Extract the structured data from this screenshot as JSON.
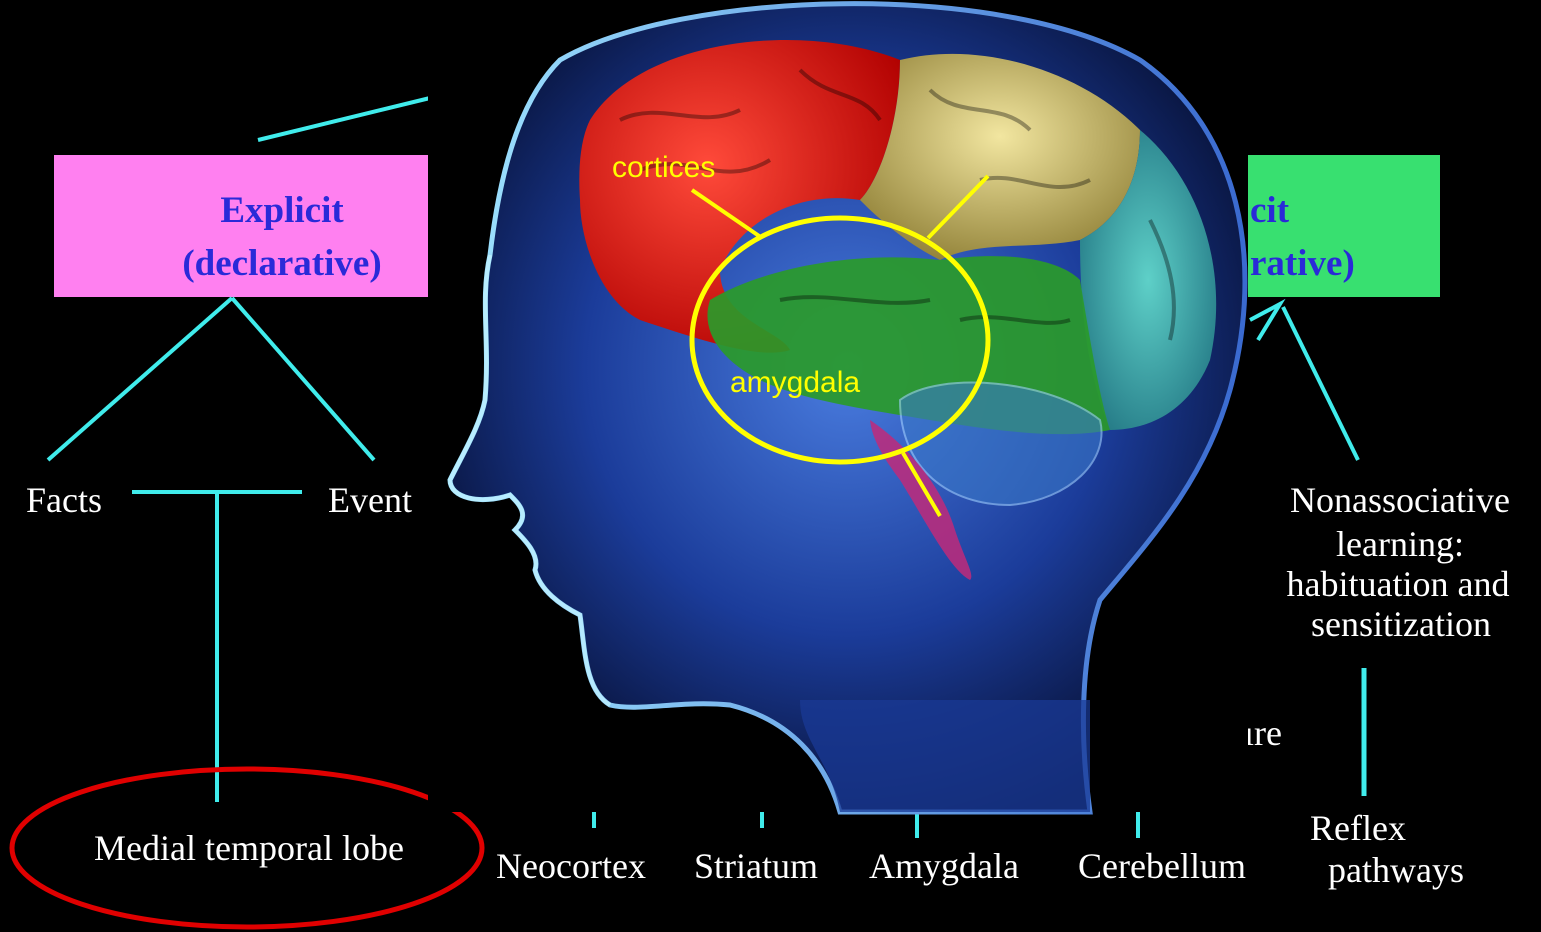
{
  "colors": {
    "background": "#000000",
    "connector": "#40ecec",
    "explicit_box": "#ff80f0",
    "implicit_box": "#38e070",
    "box_text": "#2a2ad8",
    "highlight_ellipse": "#ffff00",
    "mtl_ellipse": "#e00000",
    "brain_label": "#ffff00"
  },
  "explicit_box": {
    "line1": "Explicit",
    "line2": "(declarative)"
  },
  "implicit_box": {
    "line1": "cit",
    "line2": "rative)"
  },
  "left_branch": {
    "facts": "Facts",
    "events": "Event"
  },
  "right_branch": {
    "nonassociative": [
      "Nonassociative",
      "learning:",
      "habituation and",
      "sensitization"
    ],
    "partial_label": "ıre"
  },
  "brain_labels": {
    "cortices": "cortices",
    "amygdala": "amygdala"
  },
  "bottom_labels": {
    "mtl": "Medial temporal lobe",
    "neocortex": "Neocortex",
    "striatum": "Striatum",
    "amygdala": "Amygdala",
    "cerebellum": "Cerebellum",
    "reflex": [
      "Reflex",
      "pathways"
    ]
  }
}
